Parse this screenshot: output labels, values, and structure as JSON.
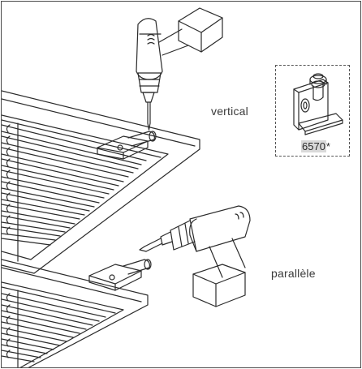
{
  "labels": {
    "vertical": "vertical",
    "parallel": "parallèle"
  },
  "detail": {
    "part_number": "6570",
    "part_suffix": "*"
  },
  "colors": {
    "line": "#2b2b2b",
    "highlight": "#d9d9d9"
  }
}
